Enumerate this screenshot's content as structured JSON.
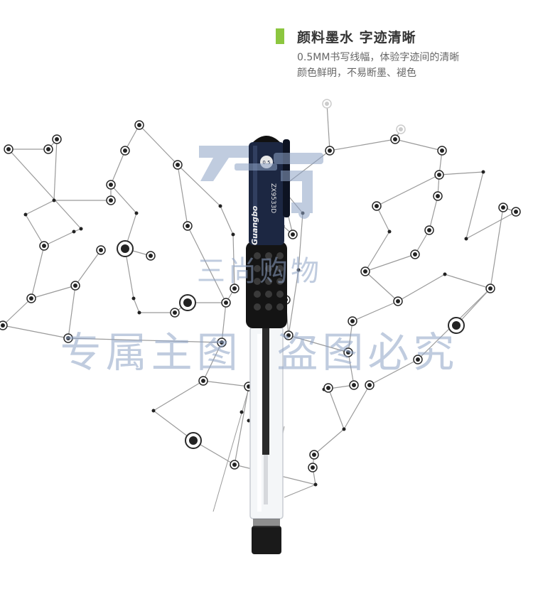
{
  "caption": {
    "title": "颜料墨水 字迹清晰",
    "line1": "0.5MM书写线幅，体验字迹间的清晰",
    "line2": "颜色鲜明，不易断墨、褪色"
  },
  "pen": {
    "brand": "Guangbo",
    "model": "ZX9533D",
    "size_badge": "0.5"
  },
  "watermark": {
    "line1": "三尚购物",
    "line2": "专属主图  盗图必究"
  },
  "colors": {
    "accent": "#8cc63f",
    "line": "#9a9a9a",
    "dot": "#222222",
    "watermark": "#8ea3c6",
    "pen_dark": "#1c2742"
  }
}
